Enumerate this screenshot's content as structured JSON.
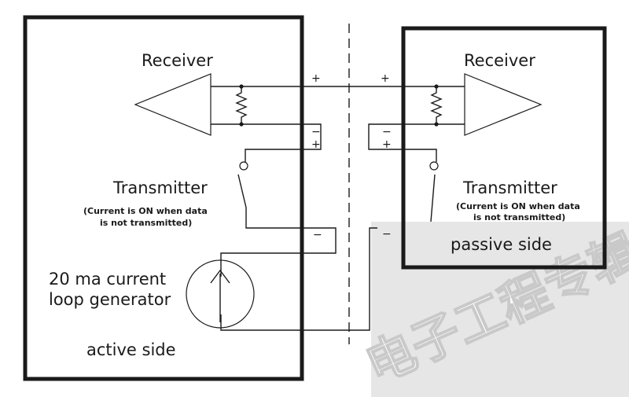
{
  "left": {
    "receiver": "Receiver",
    "transmitter": "Transmitter",
    "transmitter_note": [
      "(Current is ON when data",
      "is not transmitted)"
    ],
    "generator": [
      "20 ma current",
      "loop generator"
    ],
    "side": "active side"
  },
  "right": {
    "receiver": "Receiver",
    "transmitter": "Transmitter",
    "transmitter_note": [
      "(Current is ON when data",
      "is not transmitted)"
    ],
    "side": "passive side"
  },
  "signs": {
    "plus": "+",
    "minus": "−"
  },
  "watermark": "电子工程专辑",
  "colors": {
    "line": "#1a1a1a",
    "watermark_bg": "#e6e6e6"
  }
}
